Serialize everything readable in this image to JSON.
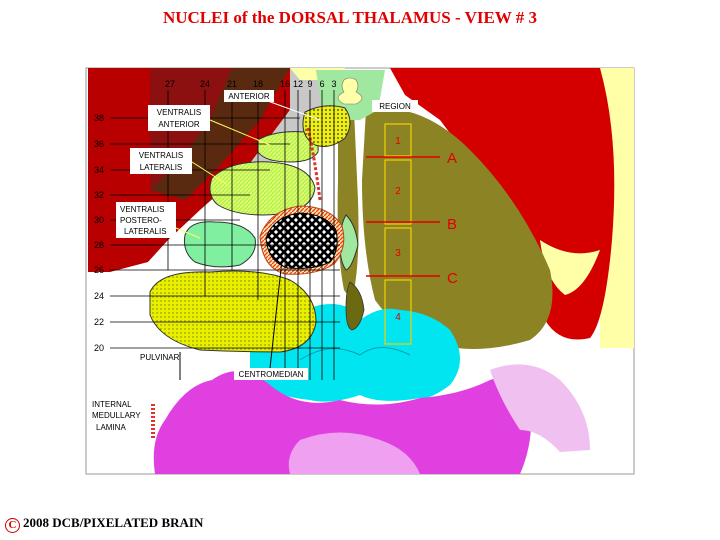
{
  "title": "NUCLEI of the DORSAL THALAMUS - VIEW  #  3",
  "footer": {
    "symbol": "C",
    "text": "2008  DCB/PIXELATED BRAIN"
  },
  "top_numbers": [
    "27",
    "24",
    "21",
    "18",
    "16",
    "12",
    "9",
    "6",
    "3"
  ],
  "left_numbers": [
    "38",
    "36",
    "34",
    "32",
    "30",
    "28",
    "26",
    "24",
    "22",
    "20"
  ],
  "labels": {
    "anterior": "ANTERIOR",
    "ventralis_anterior": [
      "VENTRALIS",
      "ANTERIOR"
    ],
    "ventralis_lateralis": [
      "VENTRALIS",
      "LATERALIS"
    ],
    "ventralis_posterolateralis": [
      "VENTRALIS",
      "POSTERO-",
      "LATERALIS"
    ],
    "pulvinar": "PULVINAR",
    "centromedian": "CENTROMEDIAN",
    "internal_medullary_lamina": [
      "INTERNAL",
      "MEDULLARY",
      "LAMINA"
    ],
    "region": "REGION"
  },
  "regions": [
    "1",
    "2",
    "3",
    "4"
  ],
  "markers": [
    "A",
    "B",
    "C"
  ],
  "colors": {
    "title_red": "#e00000",
    "dark_red": "#b80000",
    "olive": "#8c8424",
    "cyan": "#00e5f0",
    "magenta": "#e040e0",
    "light_green": "#a0e8a0",
    "yellow": "#e8f000",
    "cream": "#ffffa8"
  }
}
